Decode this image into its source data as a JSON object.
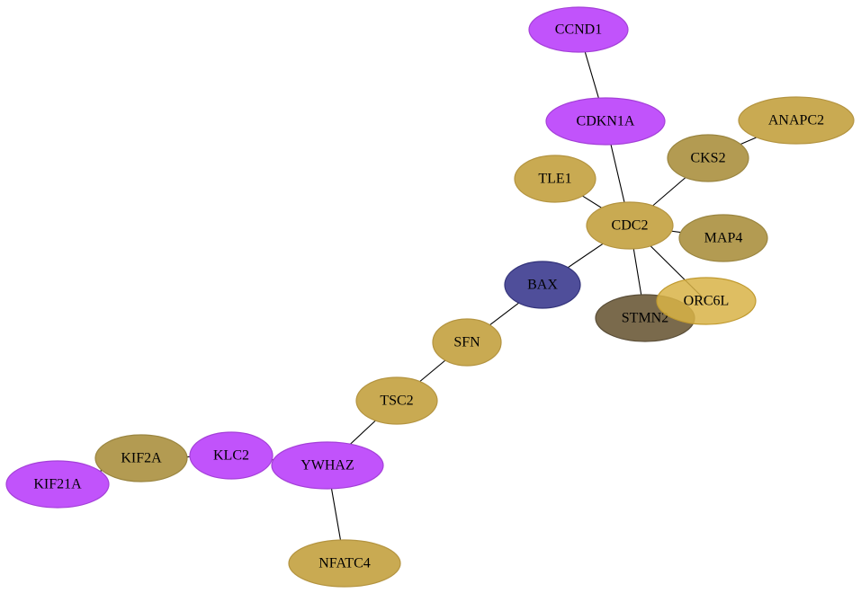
{
  "palette": {
    "magenta": "#c153fb",
    "gold": "#c9aa52",
    "olive_gold": "#b39b52",
    "dark_olive": "#7a6a4c",
    "navy": "#4f4e9a",
    "bright_gold": "#d8b346"
  },
  "nodes": [
    {
      "id": "CCND1",
      "label": "CCND1",
      "color": "magenta"
    },
    {
      "id": "CDKN1A",
      "label": "CDKN1A",
      "color": "magenta"
    },
    {
      "id": "ANAPC2",
      "label": "ANAPC2",
      "color": "gold"
    },
    {
      "id": "CKS2",
      "label": "CKS2",
      "color": "olive_gold"
    },
    {
      "id": "TLE1",
      "label": "TLE1",
      "color": "gold"
    },
    {
      "id": "CDC2",
      "label": "CDC2",
      "color": "gold"
    },
    {
      "id": "MAP4",
      "label": "MAP4",
      "color": "olive_gold"
    },
    {
      "id": "BAX",
      "label": "BAX",
      "color": "navy"
    },
    {
      "id": "STMN2",
      "label": "STMN2",
      "color": "dark_olive"
    },
    {
      "id": "ORC6L",
      "label": "ORC6L",
      "color": "bright_gold"
    },
    {
      "id": "SFN",
      "label": "SFN",
      "color": "gold"
    },
    {
      "id": "TSC2",
      "label": "TSC2",
      "color": "gold"
    },
    {
      "id": "KIF2A",
      "label": "KIF2A",
      "color": "olive_gold"
    },
    {
      "id": "KLC2",
      "label": "KLC2",
      "color": "magenta"
    },
    {
      "id": "YWHAZ",
      "label": "YWHAZ",
      "color": "magenta"
    },
    {
      "id": "KIF21A",
      "label": "KIF21A",
      "color": "magenta"
    },
    {
      "id": "NFATC4",
      "label": "NFATC4",
      "color": "gold"
    }
  ],
  "edges": [
    [
      "CCND1",
      "CDKN1A"
    ],
    [
      "CDKN1A",
      "CDC2"
    ],
    [
      "ANAPC2",
      "CKS2"
    ],
    [
      "CKS2",
      "CDC2"
    ],
    [
      "TLE1",
      "CDC2"
    ],
    [
      "CDC2",
      "MAP4"
    ],
    [
      "CDC2",
      "STMN2"
    ],
    [
      "CDC2",
      "ORC6L"
    ],
    [
      "CDC2",
      "BAX"
    ],
    [
      "BAX",
      "SFN"
    ],
    [
      "SFN",
      "TSC2"
    ],
    [
      "TSC2",
      "YWHAZ"
    ],
    [
      "YWHAZ",
      "KLC2"
    ],
    [
      "YWHAZ",
      "NFATC4"
    ],
    [
      "KLC2",
      "KIF2A"
    ],
    [
      "KIF2A",
      "KIF21A"
    ]
  ]
}
